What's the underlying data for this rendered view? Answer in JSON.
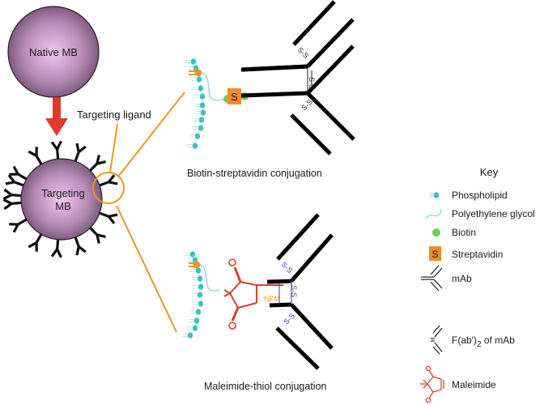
{
  "native_mb": {
    "label": "Native MB"
  },
  "targeting_mb": {
    "line1": "Targeting",
    "line2": "MB"
  },
  "targeting_ligand_label": "Targeting ligand",
  "panels": {
    "top": {
      "caption": "Biotin-streptavidin conjugation",
      "streptavidin_letter": "S",
      "disulfide": "S-S"
    },
    "bottom": {
      "caption": "Maleimide-thiol conjugation",
      "nem_label": "NEM",
      "disulfide": "S-S"
    }
  },
  "key": {
    "title": "Key",
    "items": [
      {
        "icon": "phospholipid-icon",
        "label": "Phospholipid"
      },
      {
        "icon": "peg-icon",
        "label": "Polyethylene glycol"
      },
      {
        "icon": "biotin-icon",
        "label": "Biotin"
      },
      {
        "icon": "streptavidin-icon",
        "label": "Streptavidin",
        "letter": "S"
      },
      {
        "icon": "mab-icon",
        "label": "mAb"
      },
      {
        "icon": "fab2-icon",
        "label_main": "F(ab')",
        "label_sub": "2",
        "label_tail": " of mAb"
      },
      {
        "icon": "maleimide-icon",
        "label": "Maleimide"
      }
    ]
  },
  "colors": {
    "mb_fill_center": "#f0c4f0",
    "mb_fill_edge": "#7d5a7d",
    "arrow": "#e03a2a",
    "orange": "#f0961e",
    "phospholipid": "#3cc3c0",
    "peg": "#8fd8d6",
    "biotin": "#6fce4e",
    "streptavidin": "#f28c28",
    "maleimide": "#d9402b",
    "disulfide_blue": "#3a3a9a",
    "antibody": "#000000"
  }
}
